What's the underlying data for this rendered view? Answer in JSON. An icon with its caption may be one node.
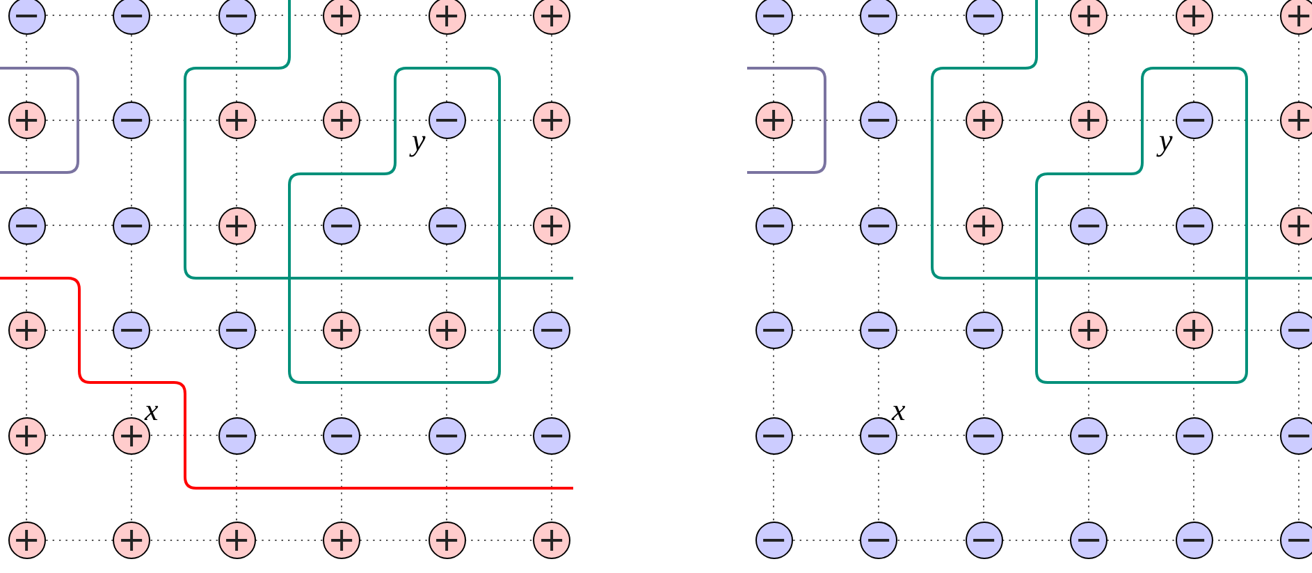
{
  "diagram": {
    "nodes": [
      {
        "text": [
          "−"
        ]
      },
      {
        "text": [
          "−"
        ]
      },
      {
        "text": [
          "−"
        ]
      },
      {
        "text": [
          "+"
        ]
      },
      {
        "text": [
          "+"
        ]
      },
      {
        "text": [
          "+"
        ]
      },
      {
        "text": [
          "+"
        ]
      },
      {
        "text": [
          "−"
        ]
      },
      {
        "text": [
          "+"
        ]
      },
      {
        "text": [
          "+"
        ]
      },
      {
        "text": [
          "−"
        ]
      },
      {
        "text": [
          "+"
        ]
      },
      {
        "text": [
          "−"
        ]
      },
      {
        "text": [
          "−"
        ]
      },
      {
        "text": [
          "+"
        ]
      },
      {
        "text": [
          "−"
        ]
      },
      {
        "text": [
          "−"
        ]
      },
      {
        "text": [
          "+"
        ]
      },
      {
        "text": [
          "+"
        ]
      },
      {
        "text": [
          "−"
        ]
      },
      {
        "text": [
          "−"
        ]
      },
      {
        "text": [
          "+"
        ]
      },
      {
        "text": [
          "+"
        ]
      },
      {
        "text": [
          "−"
        ]
      },
      {
        "text": [
          "+"
        ]
      },
      {
        "text": [
          "+"
        ]
      },
      {
        "text": [
          "−"
        ]
      },
      {
        "text": [
          "−"
        ]
      },
      {
        "text": [
          "−"
        ]
      },
      {
        "text": [
          "−"
        ]
      },
      {
        "text": [
          "+"
        ]
      },
      {
        "text": [
          "+"
        ]
      },
      {
        "text": [
          "+"
        ]
      },
      {
        "text": [
          "+"
        ]
      },
      {
        "text": [
          "+"
        ]
      },
      {
        "text": [
          "+"
        ]
      },
      {
        "text": [
          "−"
        ]
      },
      {
        "text": [
          "−"
        ]
      },
      {
        "text": [
          "−"
        ]
      },
      {
        "text": [
          "+"
        ]
      },
      {
        "text": [
          "+"
        ]
      },
      {
        "text": [
          "+"
        ]
      },
      {
        "text": [
          "+"
        ]
      },
      {
        "text": [
          "−"
        ]
      },
      {
        "text": [
          "+"
        ]
      },
      {
        "text": [
          "+"
        ]
      },
      {
        "text": [
          "−"
        ]
      },
      {
        "text": [
          "+"
        ]
      },
      {
        "text": [
          "−"
        ]
      },
      {
        "text": [
          "−"
        ]
      },
      {
        "text": [
          "+"
        ]
      },
      {
        "text": [
          "−"
        ]
      },
      {
        "text": [
          "−"
        ]
      },
      {
        "text": [
          "+"
        ]
      },
      {
        "text": [
          "−"
        ]
      },
      {
        "text": [
          "−"
        ]
      },
      {
        "text": [
          "−"
        ]
      },
      {
        "text": [
          "+"
        ]
      },
      {
        "text": [
          "+"
        ]
      },
      {
        "text": [
          "−"
        ]
      },
      {
        "text": [
          "−"
        ]
      },
      {
        "text": [
          "−"
        ]
      },
      {
        "text": [
          "−"
        ]
      },
      {
        "text": [
          "−"
        ]
      },
      {
        "text": [
          "−"
        ]
      },
      {
        "text": [
          "−"
        ]
      },
      {
        "text": [
          "−"
        ]
      },
      {
        "text": [
          "−"
        ]
      },
      {
        "text": [
          "−"
        ]
      },
      {
        "text": [
          "−"
        ]
      },
      {
        "text": [
          "−"
        ]
      },
      {
        "text": [
          "−"
        ]
      }
    ],
    "labels": [
      "y",
      "x",
      "y",
      "x"
    ]
  }
}
